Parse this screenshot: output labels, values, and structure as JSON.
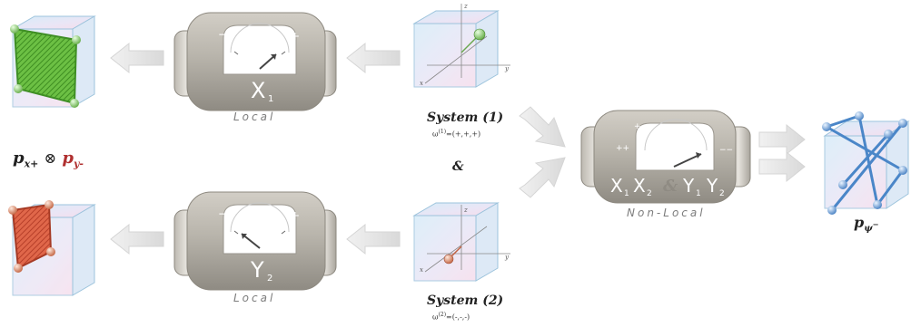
{
  "local_label_top": "Local",
  "local_label_bottom": "Local",
  "nonlocal_label": "Non-Local",
  "system1": {
    "label": "System (1)",
    "omega": "ω",
    "omega_sup": "(1)",
    "omega_value": "=(+,+,+)"
  },
  "system2": {
    "label": "System (2)",
    "omega": "ω",
    "omega_sup": "(2)",
    "omega_value": "=(-,-,-)"
  },
  "ampersand": "&",
  "meter_top": {
    "minus": "−",
    "plus": "+",
    "letter": "X",
    "sub": "1"
  },
  "meter_bottom": {
    "minus": "−",
    "plus": "+",
    "letter": "Y",
    "sub": "2"
  },
  "meter_nonlocal": {
    "marks": [
      "+−",
      "−+",
      "++",
      "−−"
    ],
    "X1": "X",
    "X1_sub": "1",
    "X2": "X",
    "X2_sub": "2",
    "amp": "&",
    "Y1": "Y",
    "Y1_sub": "1",
    "Y2": "Y",
    "Y2_sub": "2"
  },
  "axes": {
    "x": "x",
    "y": "y",
    "z": "z"
  },
  "product_formula": {
    "p1": "p",
    "sub1": "x+",
    "op": "⊗",
    "p2": "p",
    "sub2": "y-"
  },
  "final_state": {
    "p": "p",
    "sub": "ψ",
    "sup": "−"
  },
  "colors": {
    "green_face": "#5cbf3a",
    "red_face": "#d65a3a",
    "blue_edges": "#4a86c8",
    "device_body": "#b9b5ac"
  }
}
